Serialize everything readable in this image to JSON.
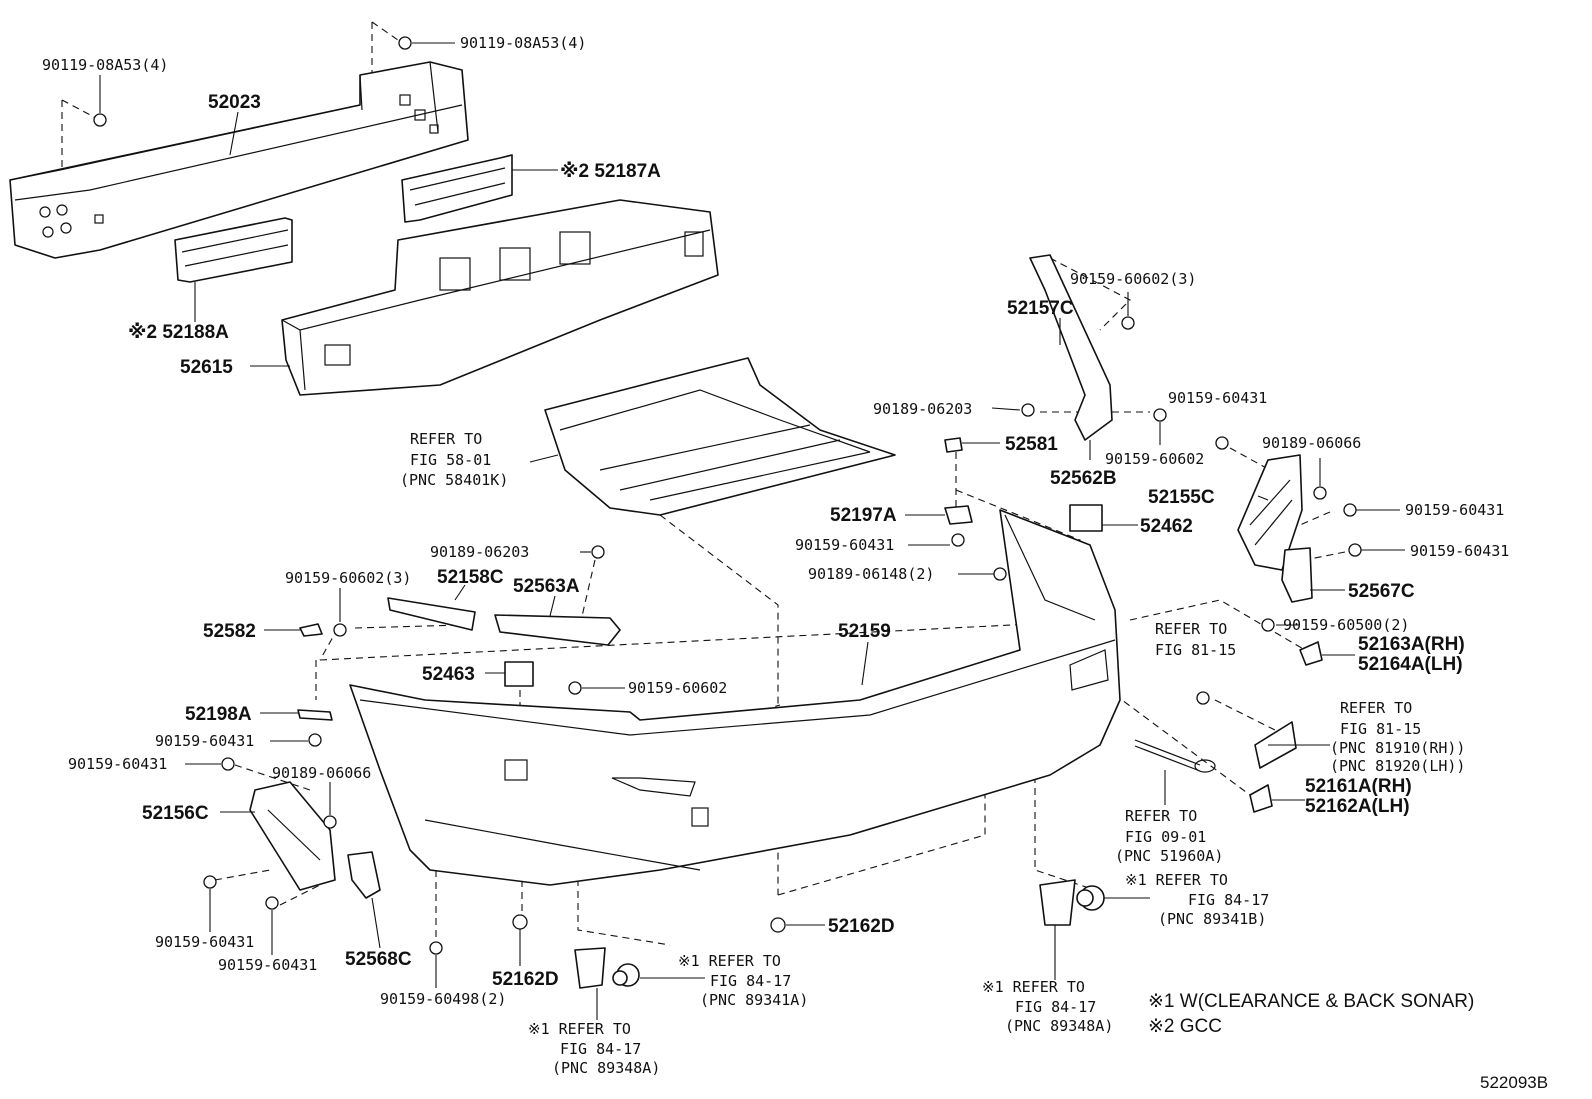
{
  "diagram_id": "522093B",
  "legend": [
    "※1 W(CLEARANCE & BACK SONAR)",
    "※2 GCC"
  ],
  "callouts": {
    "c_90119_08A53_top": "90119-08A53(4)",
    "c_90119_08A53_left": "90119-08A53(4)",
    "c_52023": "52023",
    "c_52187A": "※2 52187A",
    "c_52188A": "※2 52188A",
    "c_52615": "52615",
    "c_90159_60602_3_top": "90159-60602(3)",
    "c_52157C": "52157C",
    "c_90189_06203_right": "90189-06203",
    "c_90159_60431_a": "90159-60431",
    "c_52581": "52581",
    "c_90159_60602_b": "90159-60602",
    "c_52562B": "52562B",
    "c_90189_06066_right": "90189-06066",
    "c_52155C": "52155C",
    "c_90159_60431_b": "90159-60431",
    "c_90159_60431_c": "90159-60431",
    "c_52567C": "52567C",
    "c_52197A": "52197A",
    "c_90159_60431_d": "90159-60431",
    "c_52462": "52462",
    "c_90189_06148": "90189-06148(2)",
    "c_90189_06203_mid": "90189-06203",
    "c_90159_60602_3_mid": "90159-60602(3)",
    "c_52158C": "52158C",
    "c_52563A": "52563A",
    "c_52582": "52582",
    "c_52159": "52159",
    "c_90159_60500": "90159-60500(2)",
    "c_52163A": "52163A(RH)",
    "c_52164A": "52164A(LH)",
    "c_52463": "52463",
    "c_90159_60602_c": "90159-60602",
    "c_52198A": "52198A",
    "c_90159_60431_e": "90159-60431",
    "c_90159_60431_f": "90159-60431",
    "c_90189_06066_left": "90189-06066",
    "c_52156C": "52156C",
    "c_90159_60431_g": "90159-60431",
    "c_90159_60431_h": "90159-60431",
    "c_52568C": "52568C",
    "c_90159_60498": "90159-60498(2)",
    "c_52162D_a": "52162D",
    "c_52162D_b": "52162D",
    "c_52161A": "52161A(RH)",
    "c_52162A": "52162A(LH)"
  },
  "references": {
    "ref_58": [
      "REFER TO",
      "FIG 58-01",
      "(PNC 58401K)"
    ],
    "ref_81_a": [
      "REFER TO",
      "FIG 81-15"
    ],
    "ref_81_b": [
      "REFER TO",
      "FIG 81-15",
      "(PNC 81910(RH))",
      "(PNC 81920(LH))"
    ],
    "ref_09": [
      "REFER TO",
      "FIG 09-01",
      "(PNC 51960A)"
    ],
    "ref_84_b": [
      "※1 REFER TO",
      "FIG 84-17",
      "(PNC 89341B)"
    ],
    "ref_84_a": [
      "※1 REFER TO",
      "FIG 84-17",
      "(PNC 89341A)"
    ],
    "ref_84_c": [
      "※1 REFER TO",
      "FIG 84-17",
      "(PNC 89348A)"
    ],
    "ref_84_d": [
      "※1 REFER TO",
      "FIG 84-17",
      "(PNC 89348A)"
    ]
  }
}
